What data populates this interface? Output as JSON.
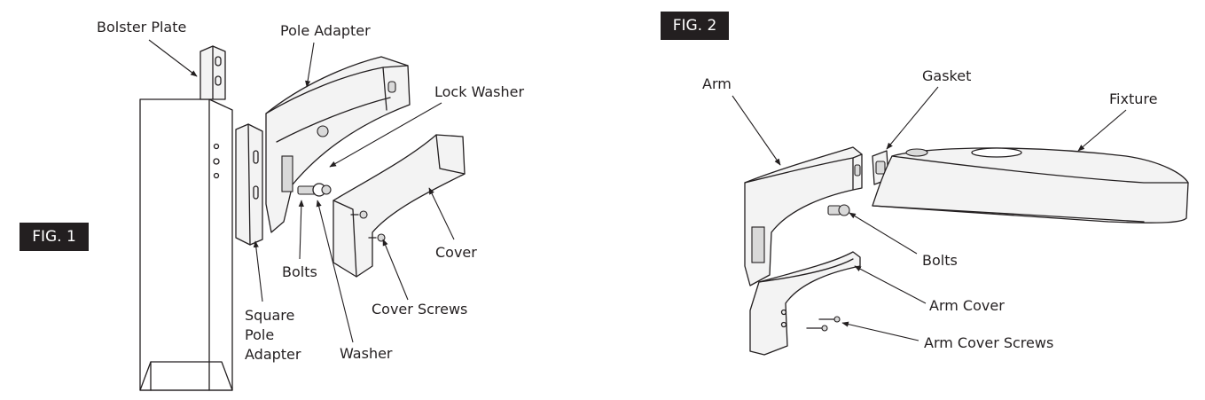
{
  "figures": [
    {
      "tag": "FIG. 1",
      "labels": {
        "bolster_plate": "Bolster Plate",
        "pole_adapter": "Pole Adapter",
        "lock_washer": "Lock Washer",
        "cover": "Cover",
        "bolts": "Bolts",
        "square_pole_adapter": [
          "Square",
          "Pole",
          "Adapter"
        ],
        "washer": "Washer",
        "cover_screws": "Cover Screws"
      }
    },
    {
      "tag": "FIG. 2",
      "labels": {
        "arm": "Arm",
        "gasket": "Gasket",
        "fixture": "Fixture",
        "bolts": "Bolts",
        "arm_cover": "Arm Cover",
        "arm_cover_screws": "Arm Cover Screws"
      }
    }
  ]
}
